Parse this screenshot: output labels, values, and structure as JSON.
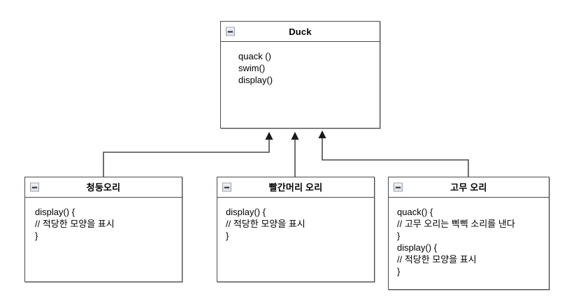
{
  "diagram": {
    "type": "uml-class-diagram",
    "relationship": "generalization",
    "background_color": "#ffffff",
    "line_color": "#4a4a4a",
    "text_color": "#000000"
  },
  "classes": {
    "duck": {
      "name": "Duck",
      "collapse_icon": "minus-icon",
      "members": [
        "quack ()",
        "swim()",
        "display()"
      ]
    },
    "mallard": {
      "name": "청둥오리",
      "collapse_icon": "minus-icon",
      "members": [
        "display() {",
        "// 적당한 모양을 표시",
        "}"
      ]
    },
    "redhead": {
      "name": "빨간머리 오리",
      "collapse_icon": "minus-icon",
      "members": [
        "display() {",
        "// 적당한 모양을 표시",
        "}"
      ]
    },
    "rubber": {
      "name": "고무 오리",
      "collapse_icon": "minus-icon",
      "members": [
        "quack() {",
        "// 고무 오리는 삑삑 소리를 낸다",
        "}",
        "display() {",
        "// 적당한 모양을 표시",
        "}"
      ]
    }
  }
}
